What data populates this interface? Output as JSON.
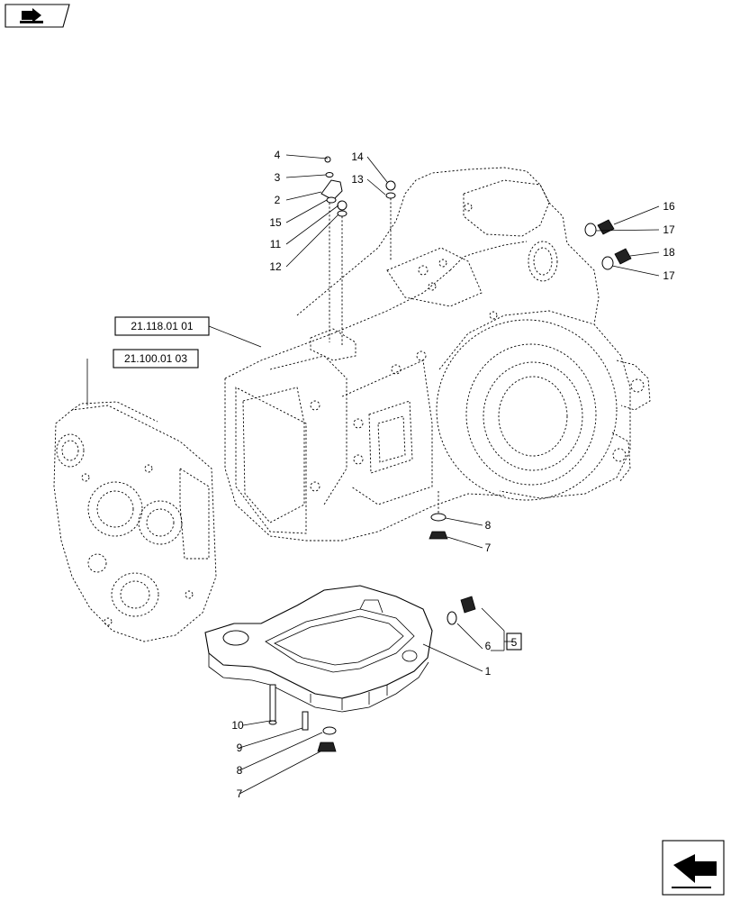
{
  "references": {
    "ref_a": "21.118.01 01",
    "ref_b": "21.100.01 03",
    "kit": "5"
  },
  "callouts": {
    "c4": "4",
    "c3": "3",
    "c2": "2",
    "c15": "15",
    "c11": "11",
    "c12": "12",
    "c14": "14",
    "c13": "13",
    "c16": "16",
    "c17a": "17",
    "c18": "18",
    "c17b": "17",
    "c8a": "8",
    "c7a": "7",
    "c6": "6",
    "c1": "1",
    "c10": "10",
    "c9": "9",
    "c8b": "8",
    "c7b": "7"
  },
  "icons": {
    "top_left": "book-arrow-icon",
    "bottom_right": "next-arrow-icon"
  }
}
